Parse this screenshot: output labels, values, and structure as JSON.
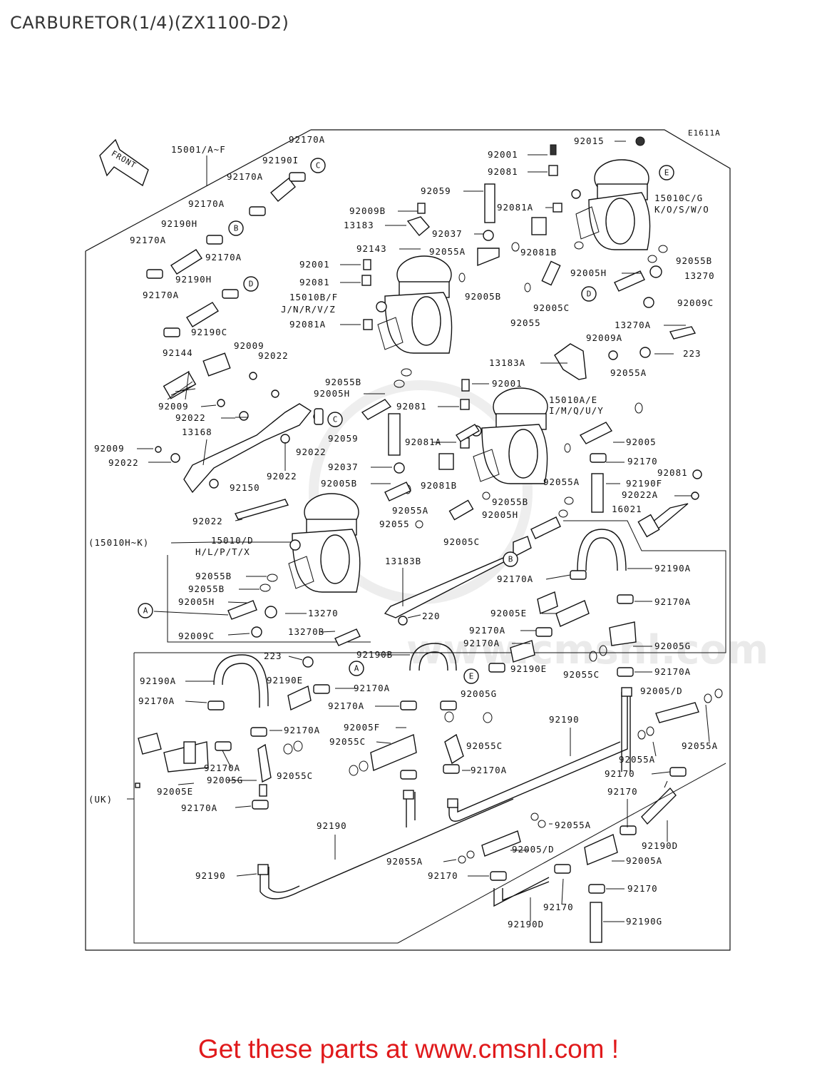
{
  "title": "CARBURETOR(1/4)(ZX1100-D2)",
  "diagram_code": "E1611A",
  "front_label": "FRONT",
  "footer": "Get these parts at www.cmsnl.com !",
  "watermark": "www.cmsnl.com",
  "group_labels": {
    "uk": "(UK)",
    "carb_hk": "(15010H~K)"
  },
  "carb_labels": {
    "c1a": "15010C/G",
    "c1b": "K/O/S/W/O",
    "c2a": "15010B/F",
    "c2b": "J/N/R/V/Z",
    "c3a": "15010A/E",
    "c3b": "I/M/Q/U/Y",
    "c4a": "15010/D",
    "c4b": "H/L/P/T/X"
  },
  "parts": {
    "p15001": "15001/A~F",
    "p92170A_1": "92170A",
    "p92170A_2": "92170A",
    "p92170A_3": "92170A",
    "p92170A_4": "92170A",
    "p92170A_5": "92170A",
    "p92170A_6": "92170A",
    "p92190I": "92190I",
    "p92190H_1": "92190H",
    "p92190H_2": "92190H",
    "p92190C": "92190C",
    "p92144": "92144",
    "p92009_1": "92009",
    "p92022_1": "92022",
    "p92009_2": "92009",
    "p92022_2": "92022",
    "p13168": "13168",
    "p92009_3": "92009",
    "p92022_3": "92022",
    "p92022_4": "92022",
    "p92022_5": "92022",
    "p92150": "92150",
    "p92022_6": "92022",
    "p92015": "92015",
    "p92001_1": "92001",
    "p92081_1": "92081",
    "p92059_1": "92059",
    "p92081A_1": "92081A",
    "p92009B": "92009B",
    "p13183": "13183",
    "p92037_1": "92037",
    "p92081B_1": "92081B",
    "p92143": "92143",
    "p92055A_1": "92055A",
    "p92001_2": "92001",
    "p92081_2": "92081",
    "p92081A_2": "92081A",
    "p92005B_1": "92005B",
    "p92055_1": "92055",
    "p92005C_1": "92005C",
    "p92005H_1": "92005H",
    "p92055B_1": "92055B",
    "p13270_1": "13270",
    "p92009C_1": "92009C",
    "p13270A": "13270A",
    "p92009A": "92009A",
    "p223_1": "223",
    "p13183A": "13183A",
    "p92055A_2": "92055A",
    "p92001_3": "92001",
    "p92055B_2": "92055B",
    "p92005H_2": "92005H",
    "p92081_3": "92081",
    "p92059_2": "92059",
    "p92081A_3": "92081A",
    "p92037_2": "92037",
    "p92005B_2": "92005B",
    "p92081B_2": "92081B",
    "p92055A_3": "92055A",
    "p92055_2": "92055",
    "p92005C_2": "92005C",
    "p92005": "92005",
    "p92170_1": "92170",
    "p92190F": "92190F",
    "p92081_4": "92081",
    "p92055A_4": "92055A",
    "p92022A": "92022A",
    "p92055B_3": "92055B",
    "p16021": "16021",
    "p92005H_3": "92005H",
    "p13183B": "13183B",
    "p92190A_1": "92190A",
    "p92170A_7": "92170A",
    "p92170A_8": "92170A",
    "p92055B_4": "92055B",
    "p92055B_5": "92055B",
    "p92005H_4": "92005H",
    "p13270_2": "13270",
    "p220": "220",
    "p92005E_1": "92005E",
    "p92009C_2": "92009C",
    "p13270B": "13270B",
    "p92170A_9": "92170A",
    "p92170A_10": "92170A",
    "p92005G_1": "92005G",
    "p223_2": "223",
    "p92190B": "92190B",
    "p92190E_1": "92190E",
    "p92055C_1": "92055C",
    "p92170A_11": "92170A",
    "p92190A_2": "92190A",
    "p92190E_2": "92190E",
    "p92170A_12": "92170A",
    "p92005G_2": "92005G",
    "p92005D_1": "92005/D",
    "p92170A_13": "92170A",
    "p92170A_14": "92170A",
    "p92190_1": "92190",
    "p92170A_15": "92170A",
    "p92005F": "92005F",
    "p92055C_2": "92055C",
    "p92055C_3": "92055C",
    "p92055A_5": "92055A",
    "p92055A_6": "92055A",
    "p92170A_16": "92170A",
    "p92005G_3": "92005G",
    "p92055C_4": "92055C",
    "p92170A_17": "92170A",
    "p92170_2": "92170",
    "p92005E_2": "92005E",
    "p92170_3": "92170",
    "p92170A_18": "92170A",
    "p92190_2": "92190",
    "p92055A_7": "92055A",
    "p92190D_1": "92190D",
    "p92055A_8": "92055A",
    "p92005D_2": "92005/D",
    "p92005A": "92005A",
    "p92190_3": "92190",
    "p92170_4": "92170",
    "p92170_5": "92170",
    "p92170_6": "92170",
    "p92190D_2": "92190D",
    "p92190G": "92190G"
  },
  "callouts": {
    "A": "A",
    "B": "B",
    "C": "C",
    "D": "D",
    "E": "E"
  }
}
